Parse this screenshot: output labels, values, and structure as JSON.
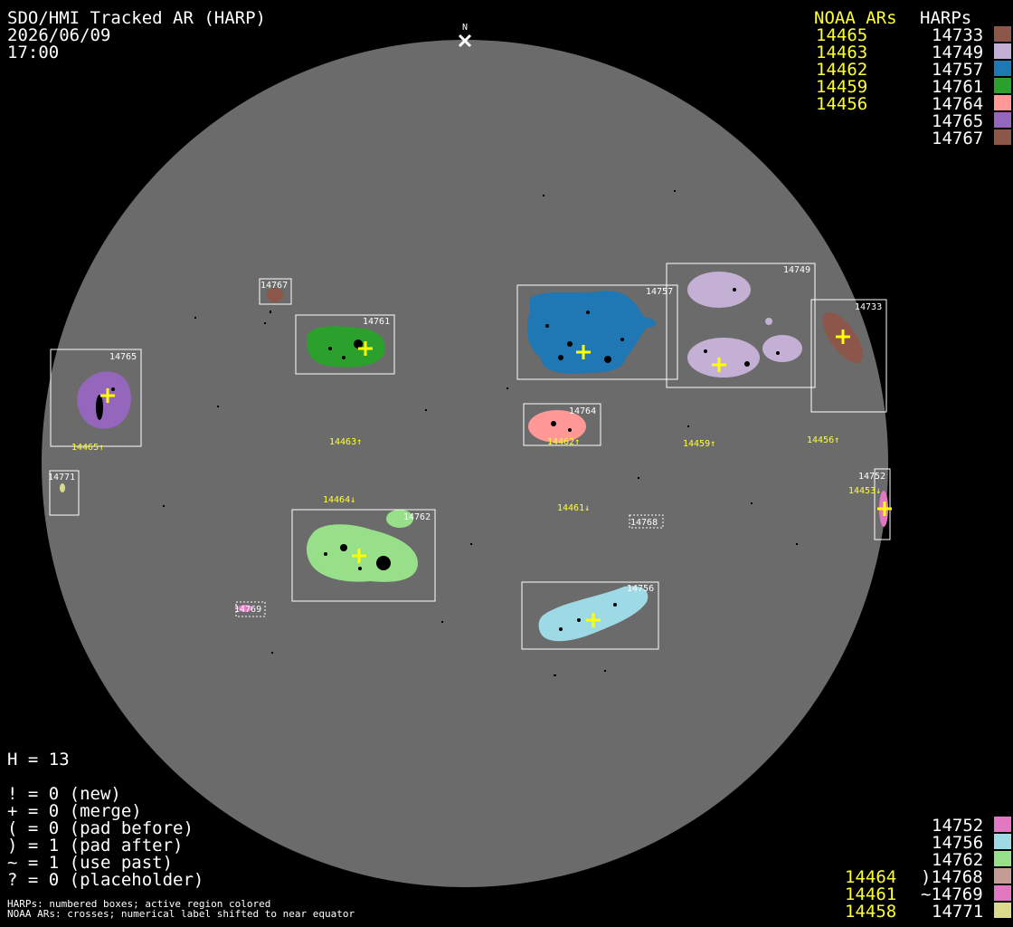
{
  "header": {
    "title": "SDO/HMI Tracked AR (HARP)",
    "date": "2026/06/09",
    "time": "17:00",
    "north_label": "N"
  },
  "legend_top": {
    "noaa_header": "NOAA ARs",
    "harp_header": "HARPs",
    "noaa": [
      "14465",
      "14463",
      "14462",
      "14459",
      "14456"
    ],
    "harps": [
      {
        "id": "14733",
        "color": "#8c564b"
      },
      {
        "id": "14749",
        "color": "#c5b0d5"
      },
      {
        "id": "14757",
        "color": "#1f77b4"
      },
      {
        "id": "14761",
        "color": "#2ca02c"
      },
      {
        "id": "14764",
        "color": "#ff9896"
      },
      {
        "id": "14765",
        "color": "#9467bd"
      },
      {
        "id": "14767",
        "color": "#8c564b"
      }
    ]
  },
  "legend_bottom": {
    "noaa": [
      "14464",
      "14461",
      "14458"
    ],
    "harps": [
      {
        "id": "14752",
        "color": "#e377c2"
      },
      {
        "id": "14756",
        "color": "#9edae5"
      },
      {
        "id": "14762",
        "color": "#98df8a"
      },
      {
        "id": ")14768",
        "color": "#c49c94"
      },
      {
        "id": "~14769",
        "color": "#e377c2"
      },
      {
        "id": "14771",
        "color": "#dbdb8d"
      }
    ]
  },
  "stats": {
    "h_count": "H = 13",
    "lines": [
      "! = 0 (new)",
      "+ = 0 (merge)",
      "( = 0 (pad before)",
      ") = 1 (pad after)",
      "~ = 1 (use past)",
      "? = 0 (placeholder)"
    ]
  },
  "footnotes": [
    "HARPs: numbered boxes; active region colored",
    "NOAA ARs: crosses; numerical label shifted to near equator"
  ],
  "disk": {
    "boxes": [
      {
        "label": "14767"
      },
      {
        "label": "14761"
      },
      {
        "label": "14765"
      },
      {
        "label": "14757"
      },
      {
        "label": "14749"
      },
      {
        "label": "14733"
      },
      {
        "label": "14764"
      },
      {
        "label": "14771"
      },
      {
        "label": "14762"
      },
      {
        "label": "14768"
      },
      {
        "label": "14769"
      },
      {
        "label": "14756"
      },
      {
        "label": "14752"
      }
    ],
    "noaa_labels": [
      "14465↑",
      "14463↑",
      "14462↑",
      "14459↑",
      "14456↑",
      "14464↓",
      "14461↓",
      "14453↓"
    ]
  },
  "colors": {
    "disk": "#6b6b6b",
    "noaa_text": "#ffff33",
    "cross": "#ffff00"
  }
}
